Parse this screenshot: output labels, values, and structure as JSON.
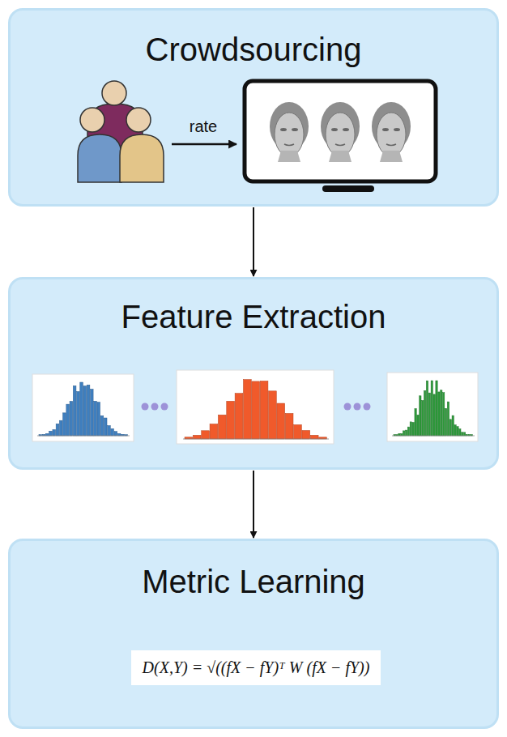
{
  "diagram": {
    "nodes": [
      {
        "text": [
          "Crowdsourcing"
        ]
      },
      {
        "text": [
          "Feature Extraction"
        ]
      },
      {
        "text": [
          "Metric Learning"
        ]
      },
      {
        "text": [
          "D(X,Y) = √((fX − fY)ᵀ W (fX − fY))"
        ],
        "in": 2
      }
    ],
    "edges": [
      {
        "from": 0,
        "to": 1,
        "arrow": "to"
      },
      {
        "from": 1,
        "to": 2,
        "arrow": "to"
      }
    ],
    "labels": [
      "rate"
    ]
  }
}
